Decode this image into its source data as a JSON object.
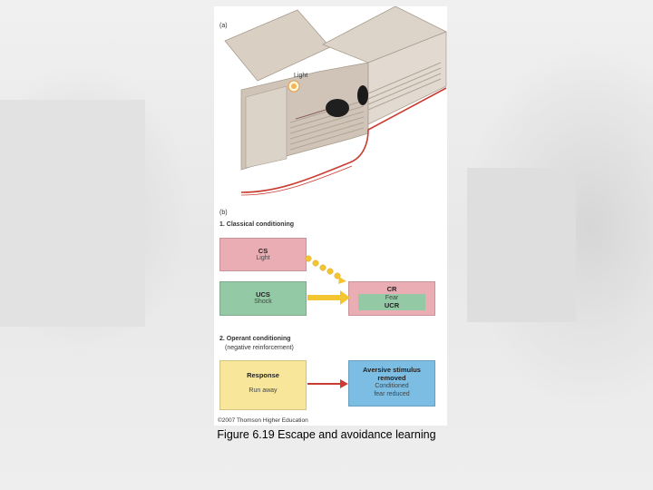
{
  "panel_a": {
    "label": "(a)",
    "light_label": "Light"
  },
  "panel_b": {
    "label": "(b)",
    "section1_title": "1. Classical conditioning",
    "cs": {
      "title": "CS",
      "sub": "Light"
    },
    "ucs": {
      "title": "UCS",
      "sub": "Shock"
    },
    "cr": {
      "title": "CR",
      "line1": "Fear",
      "line2": "UCR"
    },
    "section2_title": "2. Operant conditioning",
    "section2_sub": "(negative reinforcement)",
    "response": {
      "title": "Response",
      "sub": "Run away"
    },
    "aversive": {
      "line1": "Aversive stimulus",
      "line2": "removed",
      "line3": "Conditioned",
      "line4": "fear reduced"
    }
  },
  "copyright": "©2007 Thomson Higher Education",
  "caption": "Figure 6.19  Escape and avoidance learning",
  "colors": {
    "pink_box": "#ebadb4",
    "green_box": "#93c9a4",
    "yellow_box": "#f8e79a",
    "blue_box": "#7cbde3",
    "arrow_yellow": "#f3c531",
    "arrow_red": "#c93c32"
  }
}
